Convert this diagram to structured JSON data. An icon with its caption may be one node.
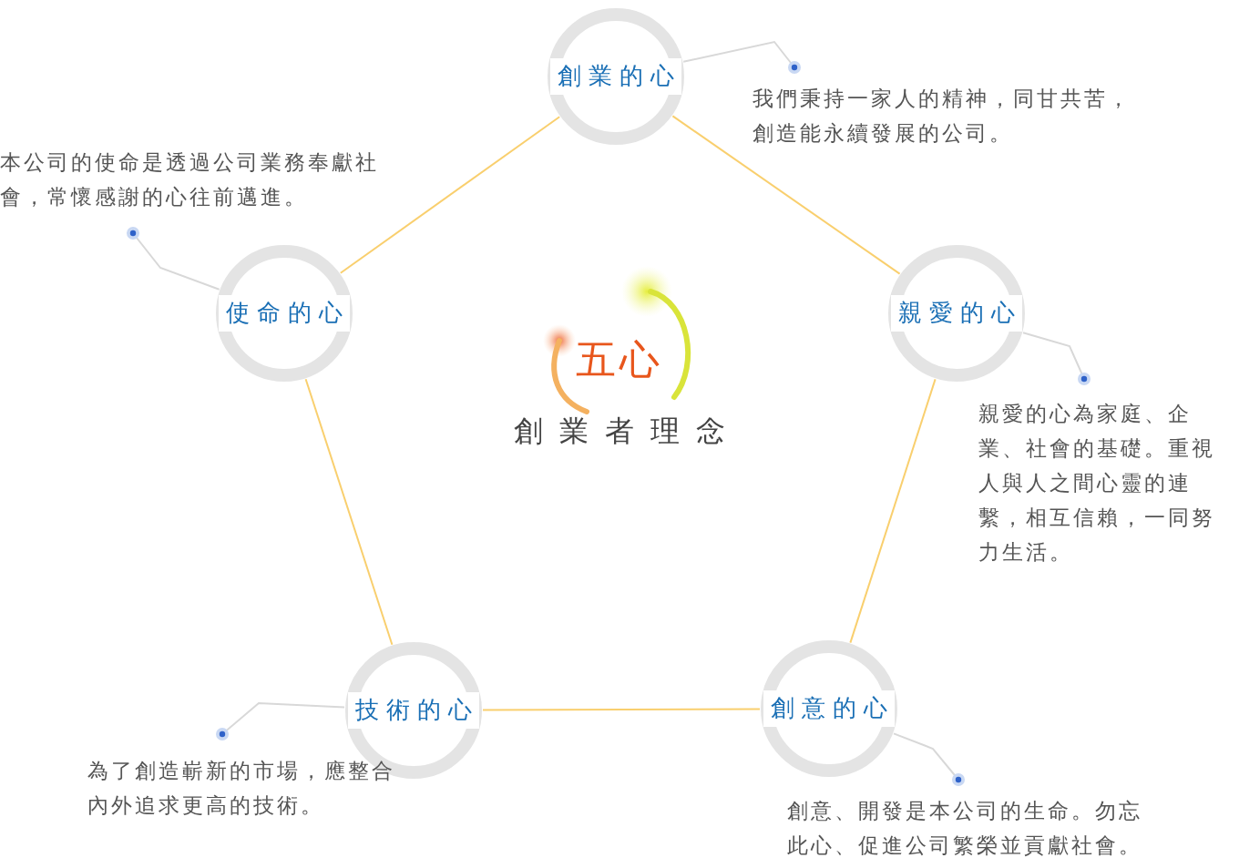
{
  "diagram": {
    "title": "五心",
    "nodes": [
      {
        "text": [
          "創業的心"
        ]
      },
      {
        "text": [
          "親愛的心"
        ]
      },
      {
        "text": [
          "創意的心"
        ]
      },
      {
        "text": [
          "技術的心"
        ]
      },
      {
        "text": [
          "使命的心"
        ]
      },
      {
        "text": [
          "我們秉持一家人的精神，同甘共苦，創造能永續發展的公司。"
        ]
      },
      {
        "text": [
          "親愛的心為家庭、企業、社會的基礎。重視人與人之間心靈的連繫，相互信賴，一同努力生活。"
        ]
      },
      {
        "text": [
          "創意、開發是本公司的生命。勿忘此心、促進公司繁榮並貢獻社會。"
        ]
      },
      {
        "text": [
          "為了創造嶄新的市場，應整合內外追求更高的技術。"
        ]
      },
      {
        "text": [
          "本公司的使命是透過公司業務奉獻社會，常懷感謝的心往前邁進。"
        ]
      }
    ],
    "edges": [
      {
        "from": 0,
        "to": 1,
        "arrow": "none",
        "color": "#f9cf6e"
      },
      {
        "from": 1,
        "to": 2,
        "arrow": "none",
        "color": "#f9cf6e"
      },
      {
        "from": 2,
        "to": 3,
        "arrow": "none",
        "color": "#f9cf6e"
      },
      {
        "from": 3,
        "to": 4,
        "arrow": "none",
        "color": "#f9cf6e"
      },
      {
        "from": 4,
        "to": 0,
        "arrow": "none",
        "color": "#f9cf6e"
      },
      {
        "from": 5,
        "to": 0,
        "arrow": "other",
        "color": "#d8d8d8"
      },
      {
        "from": 6,
        "to": 1,
        "arrow": "other",
        "color": "#d8d8d8"
      },
      {
        "from": 7,
        "to": 2,
        "arrow": "other",
        "color": "#d8d8d8"
      },
      {
        "from": 8,
        "to": 3,
        "arrow": "other",
        "color": "#d8d8d8"
      },
      {
        "from": 9,
        "to": 4,
        "arrow": "other",
        "color": "#d8d8d8"
      }
    ],
    "labels": [
      "創業者理念"
    ]
  }
}
